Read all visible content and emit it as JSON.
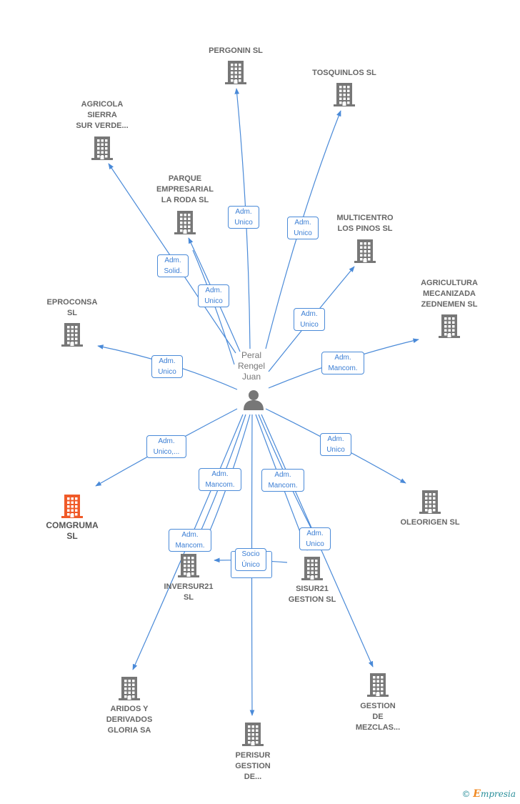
{
  "colors": {
    "edge": "#4a8ad8",
    "building": "#777777",
    "highlight": "#f05a28",
    "person": "#777777"
  },
  "center": {
    "label": "Peral\nRengel\nJuan",
    "icon": "person-icon"
  },
  "companies": [
    {
      "id": "pergonin",
      "label": "PERGONIN  SL",
      "icon": "building-icon"
    },
    {
      "id": "tosquinlos",
      "label": "TOSQUINLOS SL",
      "icon": "building-icon"
    },
    {
      "id": "agricola",
      "label": "AGRICOLA\nSIERRA\nSUR VERDE...",
      "icon": "building-icon"
    },
    {
      "id": "parque",
      "label": "PARQUE\nEMPRESARIAL\nLA RODA  SL",
      "icon": "building-icon"
    },
    {
      "id": "multicentro",
      "label": "MULTICENTRO\nLOS PINOS SL",
      "icon": "building-icon"
    },
    {
      "id": "agricultura",
      "label": "AGRICULTURA\nMECANIZADA\nZEDNEMEN  SL",
      "icon": "building-icon"
    },
    {
      "id": "eproconsa",
      "label": "EPROCONSA\nSL",
      "icon": "building-icon"
    },
    {
      "id": "comgruma",
      "label": "COMGRUMA\nSL",
      "icon": "building-icon",
      "highlight": true
    },
    {
      "id": "oleorigen",
      "label": "OLEORIGEN SL",
      "icon": "building-icon"
    },
    {
      "id": "inversur",
      "label": "INVERSUR21\nSL",
      "icon": "building-icon"
    },
    {
      "id": "sisur",
      "label": "SISUR21\nGESTION  SL",
      "icon": "building-icon"
    },
    {
      "id": "aridos",
      "label": "ARIDOS Y\nDERIVADOS\nGLORIA SA",
      "icon": "building-icon"
    },
    {
      "id": "gestion",
      "label": "GESTION\nDE\nMEZCLAS...",
      "icon": "building-icon"
    },
    {
      "id": "perisur",
      "label": "PERISUR\nGESTION\nDE...",
      "icon": "building-icon"
    }
  ],
  "relations": [
    {
      "id": "r-pergonin",
      "label": "Adm.\nUnico"
    },
    {
      "id": "r-tosquinlos",
      "label": "Adm.\nUnico"
    },
    {
      "id": "r-agricola",
      "label": "Adm.\nSolid."
    },
    {
      "id": "r-parque",
      "label": "Adm.\nUnico"
    },
    {
      "id": "r-multicentro",
      "label": "Adm.\nUnico"
    },
    {
      "id": "r-agricultura",
      "label": "Adm.\nMancom."
    },
    {
      "id": "r-eproconsa",
      "label": "Adm.\nUnico"
    },
    {
      "id": "r-comgruma",
      "label": "Adm.\nUnico,..."
    },
    {
      "id": "r-oleorigen",
      "label": "Adm.\nUnico"
    },
    {
      "id": "r-inversur-a",
      "label": "Adm.\nMancom."
    },
    {
      "id": "r-inversur-b",
      "label": "Adm.\nMancom."
    },
    {
      "id": "r-sisur-a",
      "label": "Adm.\nMancom."
    },
    {
      "id": "r-sisur-b",
      "label": "Adm.\nUnico"
    },
    {
      "id": "r-socio",
      "label": "Socio\nÚnico"
    }
  ],
  "brand": {
    "copyright": "©",
    "initial": "E",
    "name": "mpresia"
  }
}
